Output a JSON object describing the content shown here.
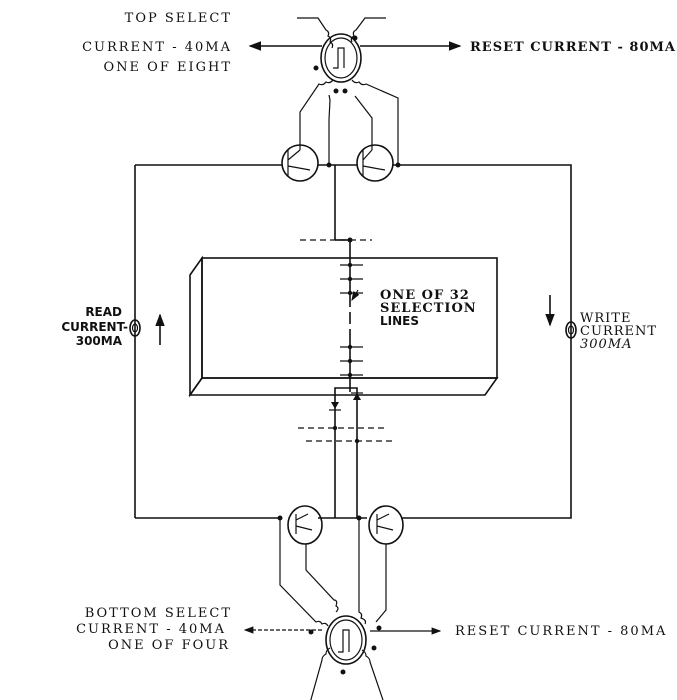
{
  "top": {
    "select_line1": "TOP SELECT",
    "select_line2": "CURRENT - 40MA",
    "select_line3": "ONE OF EIGHT",
    "reset": "RESET CURRENT - 80MA"
  },
  "middle": {
    "read_line1": "READ",
    "read_line2": "CURRENT-",
    "read_line3": "300MA",
    "write_line1": "WRITE",
    "write_line2": "CURRENT",
    "write_line3": "300MA",
    "selection_line1": "ONE OF 32",
    "selection_line2": "SELECTION",
    "selection_line3": "LINES"
  },
  "bottom": {
    "select_line1": "BOTTOM SELECT",
    "select_line2": "CURRENT - 40MA",
    "select_line3": "ONE OF FOUR",
    "reset": "RESET CURRENT - 80MA"
  }
}
